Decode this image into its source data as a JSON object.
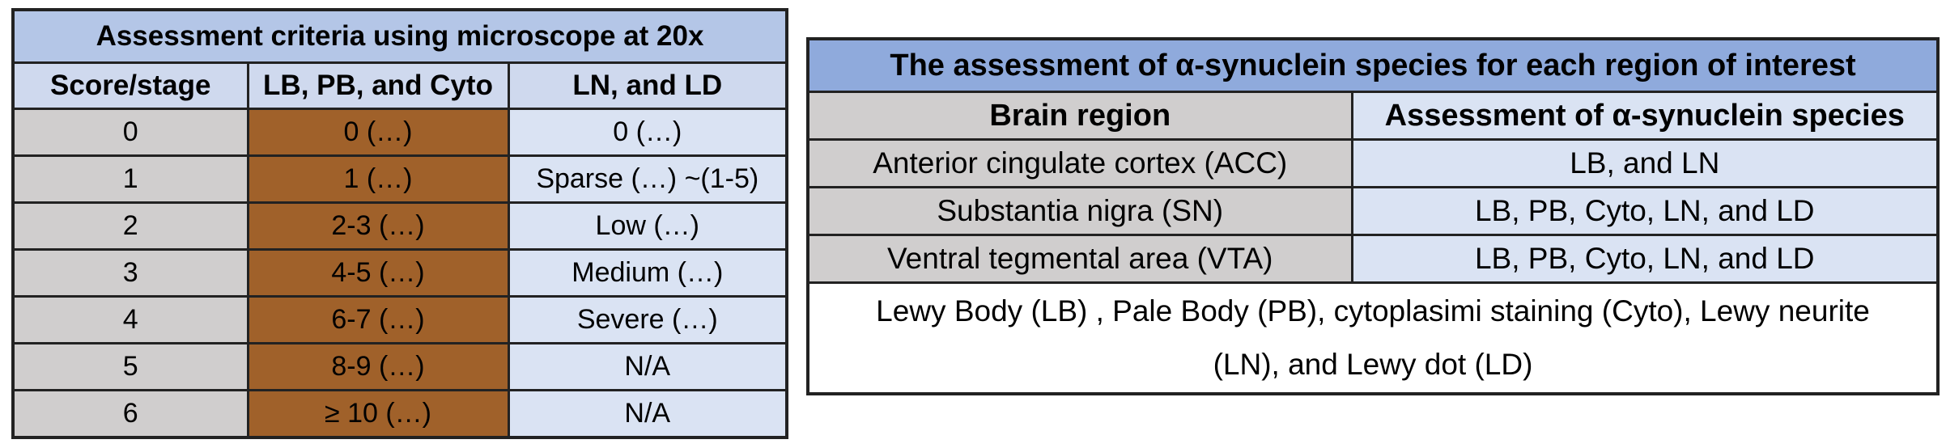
{
  "left_table": {
    "title": "Assessment criteria using microscope at 20x",
    "headers": [
      "Score/stage",
      "LB, PB, and Cyto",
      "LN, and LD"
    ],
    "rows": [
      [
        "0",
        "0 (…)",
        "0 (…)"
      ],
      [
        "1",
        "1 (…)",
        "Sparse (…) ~(1-5)"
      ],
      [
        "2",
        "2-3 (…)",
        "Low (…)"
      ],
      [
        "3",
        "4-5 (…)",
        "Medium (…)"
      ],
      [
        "4",
        "6-7 (…)",
        "Severe (…)"
      ],
      [
        "5",
        "8-9 (…)",
        "N/A"
      ],
      [
        "6",
        "≥ 10 (…)",
        "N/A"
      ]
    ]
  },
  "right_table": {
    "title": "The assessment of α-synuclein species for each region of interest",
    "headers": [
      "Brain region",
      "Assessment of α-synuclein species"
    ],
    "rows": [
      [
        "Anterior cingulate cortex (ACC)",
        "LB, and LN"
      ],
      [
        "Substantia nigra (SN)",
        "LB, PB, Cyto, LN, and LD"
      ],
      [
        "Ventral tegmental area (VTA)",
        "LB, PB, Cyto, LN, and LD"
      ]
    ],
    "footnote": "Lewy Body (LB) , Pale Body (PB), cytoplasimi staining (Cyto), Lewy neurite (LN), and Lewy dot (LD)"
  },
  "colors": {
    "left_title_bg": "#b4c6e7",
    "score_column_bg": "#d0cece",
    "lb_column_bg": "#a0612a",
    "ln_column_bg": "#dae3f3",
    "right_title_bg": "#8faadc"
  }
}
